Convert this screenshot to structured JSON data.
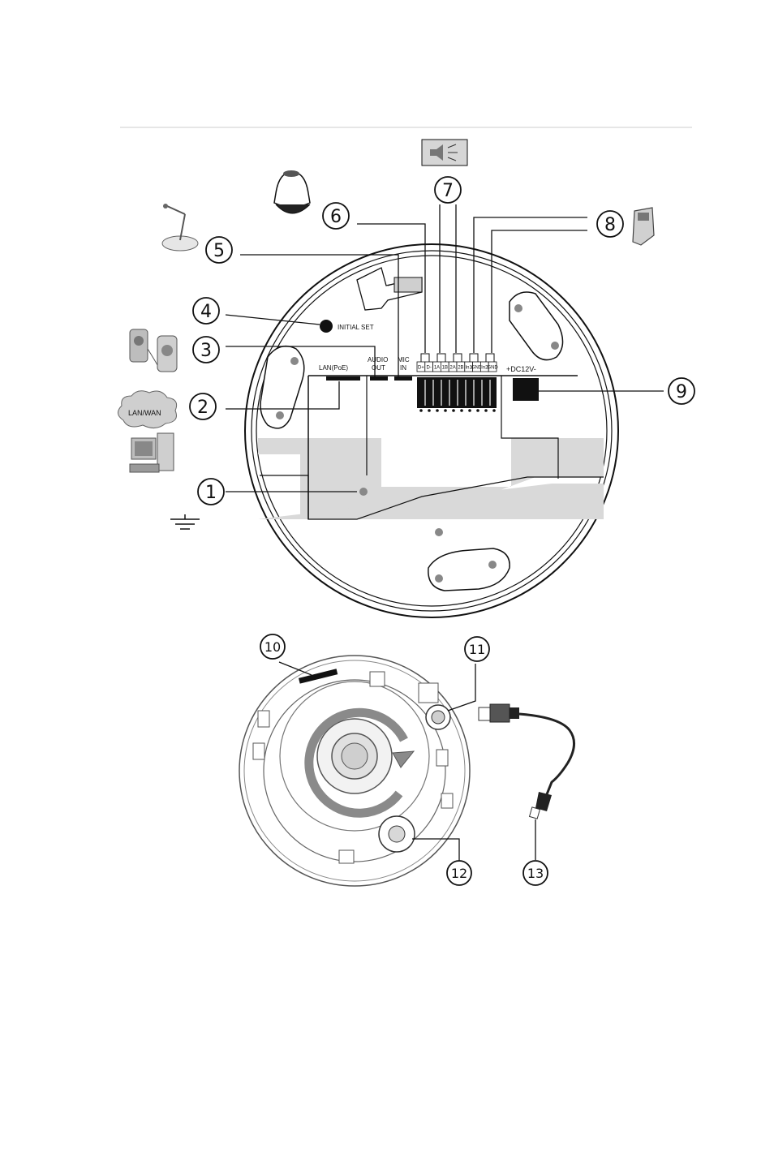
{
  "callouts": [
    {
      "id": "1",
      "text": "1"
    },
    {
      "id": "2",
      "text": "2"
    },
    {
      "id": "3",
      "text": "3"
    },
    {
      "id": "4",
      "text": "4"
    },
    {
      "id": "5",
      "text": "5"
    },
    {
      "id": "6",
      "text": "6"
    },
    {
      "id": "7",
      "text": "7"
    },
    {
      "id": "8",
      "text": "8"
    },
    {
      "id": "9",
      "text": "9"
    },
    {
      "id": "10",
      "text": "10"
    },
    {
      "id": "11",
      "text": "11"
    },
    {
      "id": "12",
      "text": "12"
    },
    {
      "id": "13",
      "text": "13"
    }
  ],
  "board_labels": {
    "initial_set": "INITIAL SET",
    "lan_poe": "LAN(PoE)",
    "audio_out_1": "AUDIO",
    "audio_out_2": "OUT",
    "mic_in_1": "MIC",
    "mic_in_2": "IN",
    "dc12v": "+DC12V-"
  },
  "pins": [
    "D+",
    "D-",
    "1A",
    "1B",
    "2A",
    "2B",
    "In1",
    "GND",
    "In2",
    "GND"
  ],
  "cloud_label": "LAN/WAN",
  "colors": {
    "line": "#111111",
    "board_fill": "#d9d9d9",
    "arrow_fill": "#8a8a8a",
    "rule": "#cccccc"
  }
}
